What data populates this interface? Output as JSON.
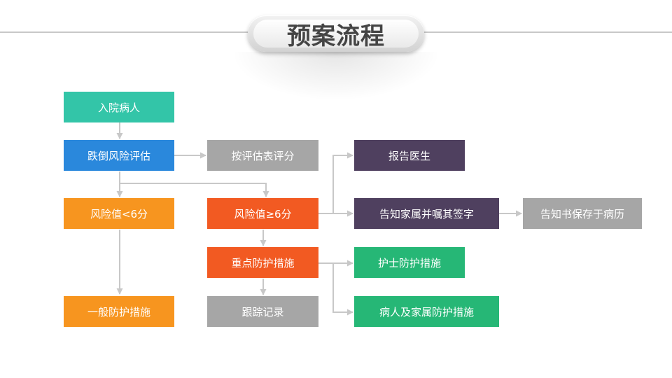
{
  "title": "预案流程",
  "colors": {
    "teal": "#33c5a8",
    "blue": "#2a88dc",
    "orange": "#f7951f",
    "red_orange": "#f25a22",
    "gray": "#a6a6a6",
    "purple": "#4f405f",
    "green": "#26b776",
    "connector": "#c8c8c8"
  },
  "nodes": {
    "admission": "入院病人",
    "fall_risk_assessment": "跌倒风险评估",
    "score_by_table": "按评估表评分",
    "risk_low": "风险值<6分",
    "risk_high": "风险值≥6分",
    "general_measures": "一般防护措施",
    "key_measures": "重点防护措施",
    "follow_up_record": "跟踪记录",
    "report_doctor": "报告医生",
    "inform_family_sign": "告知家属并嘱其签字",
    "save_notice": "告知书保存于病历",
    "nurse_measures": "护士防护措施",
    "patient_family_measures": "病人及家属防护措施"
  }
}
